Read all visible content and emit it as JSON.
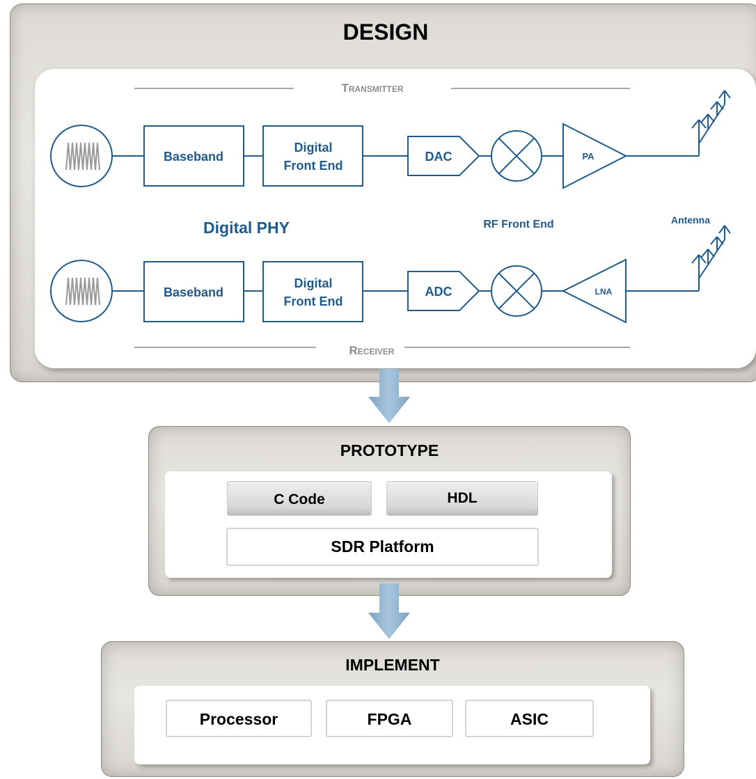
{
  "design": {
    "title": "DESIGN",
    "transmitter_label": "Transmitter",
    "receiver_label": "Receiver",
    "digital_phy_label": "Digital PHY",
    "rf_front_end_label": "RF Front End",
    "antenna_label": "Antenna",
    "tx": {
      "baseband": "Baseband",
      "dfe_line1": "Digital",
      "dfe_line2": "Front End",
      "converter": "DAC",
      "amp": "PA"
    },
    "rx": {
      "baseband": "Baseband",
      "dfe_line1": "Digital",
      "dfe_line2": "Front End",
      "converter": "ADC",
      "amp": "LNA"
    }
  },
  "prototype": {
    "title": "PROTOTYPE",
    "c_code": "C Code",
    "hdl": "HDL",
    "sdr_platform": "SDR Platform"
  },
  "implement": {
    "title": "IMPLEMENT",
    "processor": "Processor",
    "fpga": "FPGA",
    "asic": "ASIC"
  },
  "colors": {
    "diagram_blue": "#1f5a8c",
    "arrow_blue": "#8fb2cf",
    "panel_gray": "#dedbd6",
    "rule_gray": "#8a8a8a"
  }
}
